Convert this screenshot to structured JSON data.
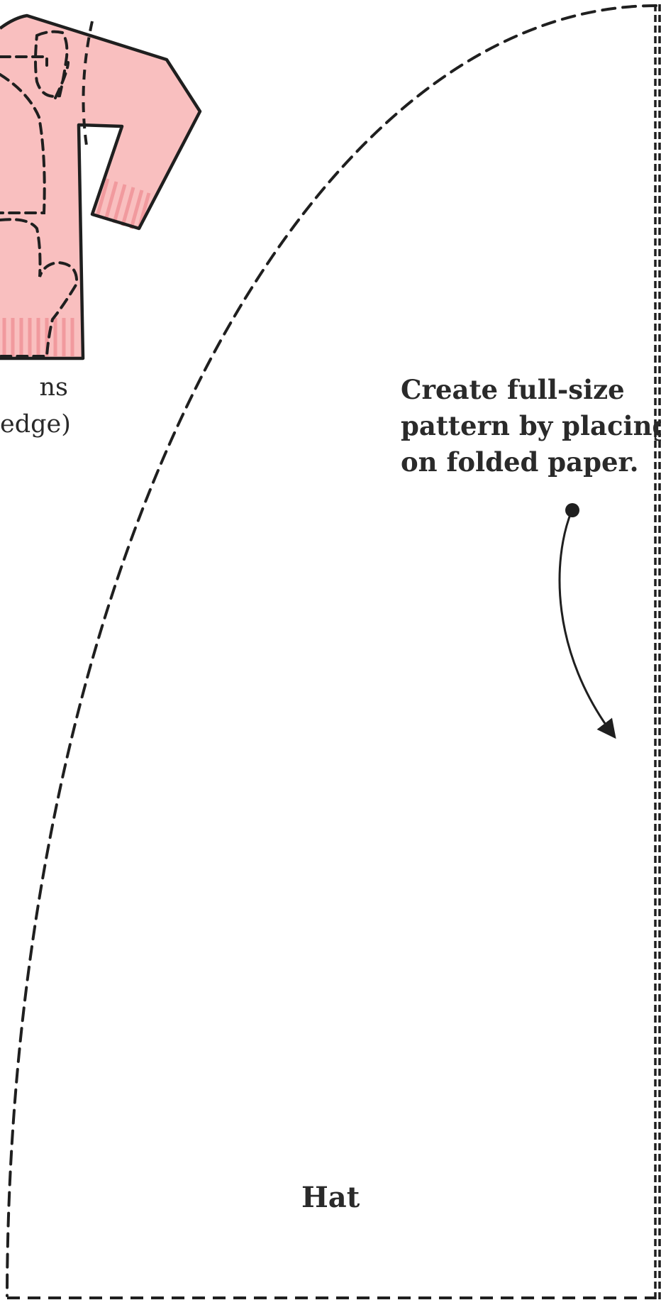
{
  "diagram": {
    "cutoff_label": {
      "line1": "ns",
      "line2": "edge)"
    },
    "instruction": {
      "line1": "Create full-size",
      "line2": "pattern by placing",
      "line3": "on folded paper."
    },
    "piece_label": "Hat",
    "colors": {
      "outline": "#1f1f1f",
      "garment_fill": "#f9bfbf",
      "rib_stripes": "#f19a9e",
      "text": "#2a2a2a",
      "background": "#ffffff"
    },
    "icons": {
      "garment": "cardigan-sweater-icon",
      "arrow": "curved-arrow-icon",
      "start_dot": "dot-icon"
    }
  }
}
